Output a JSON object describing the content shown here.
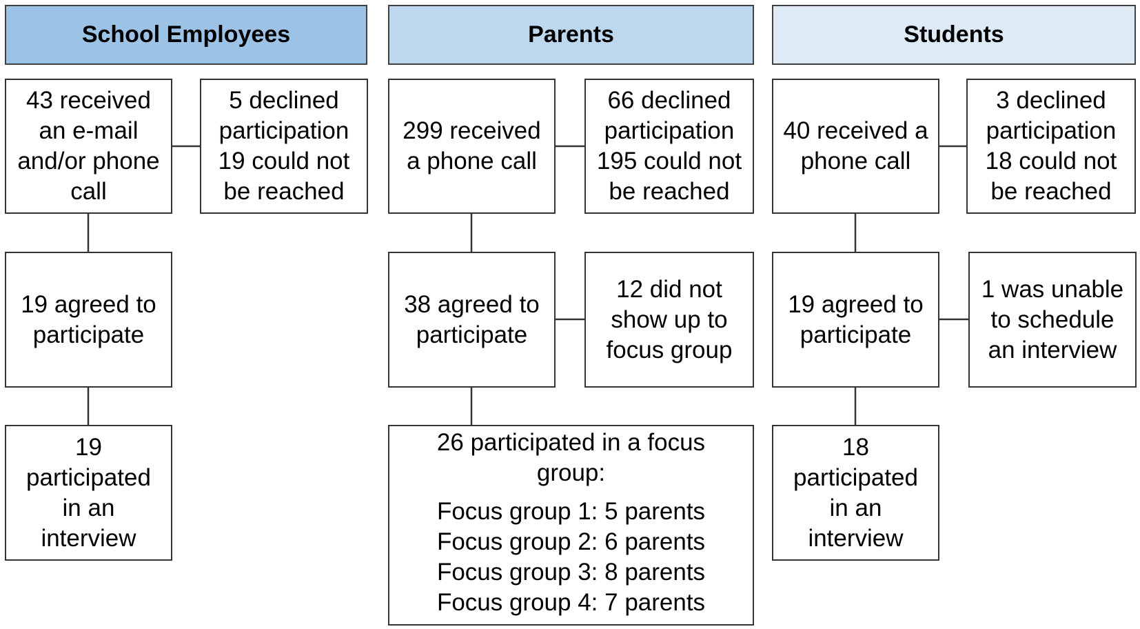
{
  "headers": {
    "employees": "School Employees",
    "parents": "Parents",
    "students": "Students"
  },
  "colors": {
    "employees_header": "#9cc3e6",
    "parents_header": "#bdd7ee",
    "students_header": "#deebf7",
    "line": "#333333"
  },
  "employees": {
    "contacted": "43 received\nan e-mail\nand/or phone\ncall",
    "excluded": "5 declined\nparticipation\n19 could not\nbe reached",
    "agreed": "19 agreed to\nparticipate",
    "participated": "19\nparticipated\nin an\ninterview"
  },
  "parents": {
    "contacted": "299 received\na phone call",
    "excluded": "66 declined\nparticipation\n195 could not\nbe reached",
    "agreed": "38 agreed to\nparticipate",
    "no_show": "12 did not\nshow up to\nfocus group",
    "participated_title": "26 participated in a focus\ngroup:",
    "focus_groups": [
      "Focus group 1: 5 parents",
      "Focus group 2: 6 parents",
      "Focus group 3: 8 parents",
      "Focus group 4: 7 parents"
    ]
  },
  "students": {
    "contacted": "40 received a\nphone call",
    "excluded": "3 declined\nparticipation\n18 could not\nbe reached",
    "agreed": "19 agreed to\nparticipate",
    "unable": "1 was unable\nto schedule\nan interview",
    "participated": "18\nparticipated\nin an\ninterview"
  }
}
